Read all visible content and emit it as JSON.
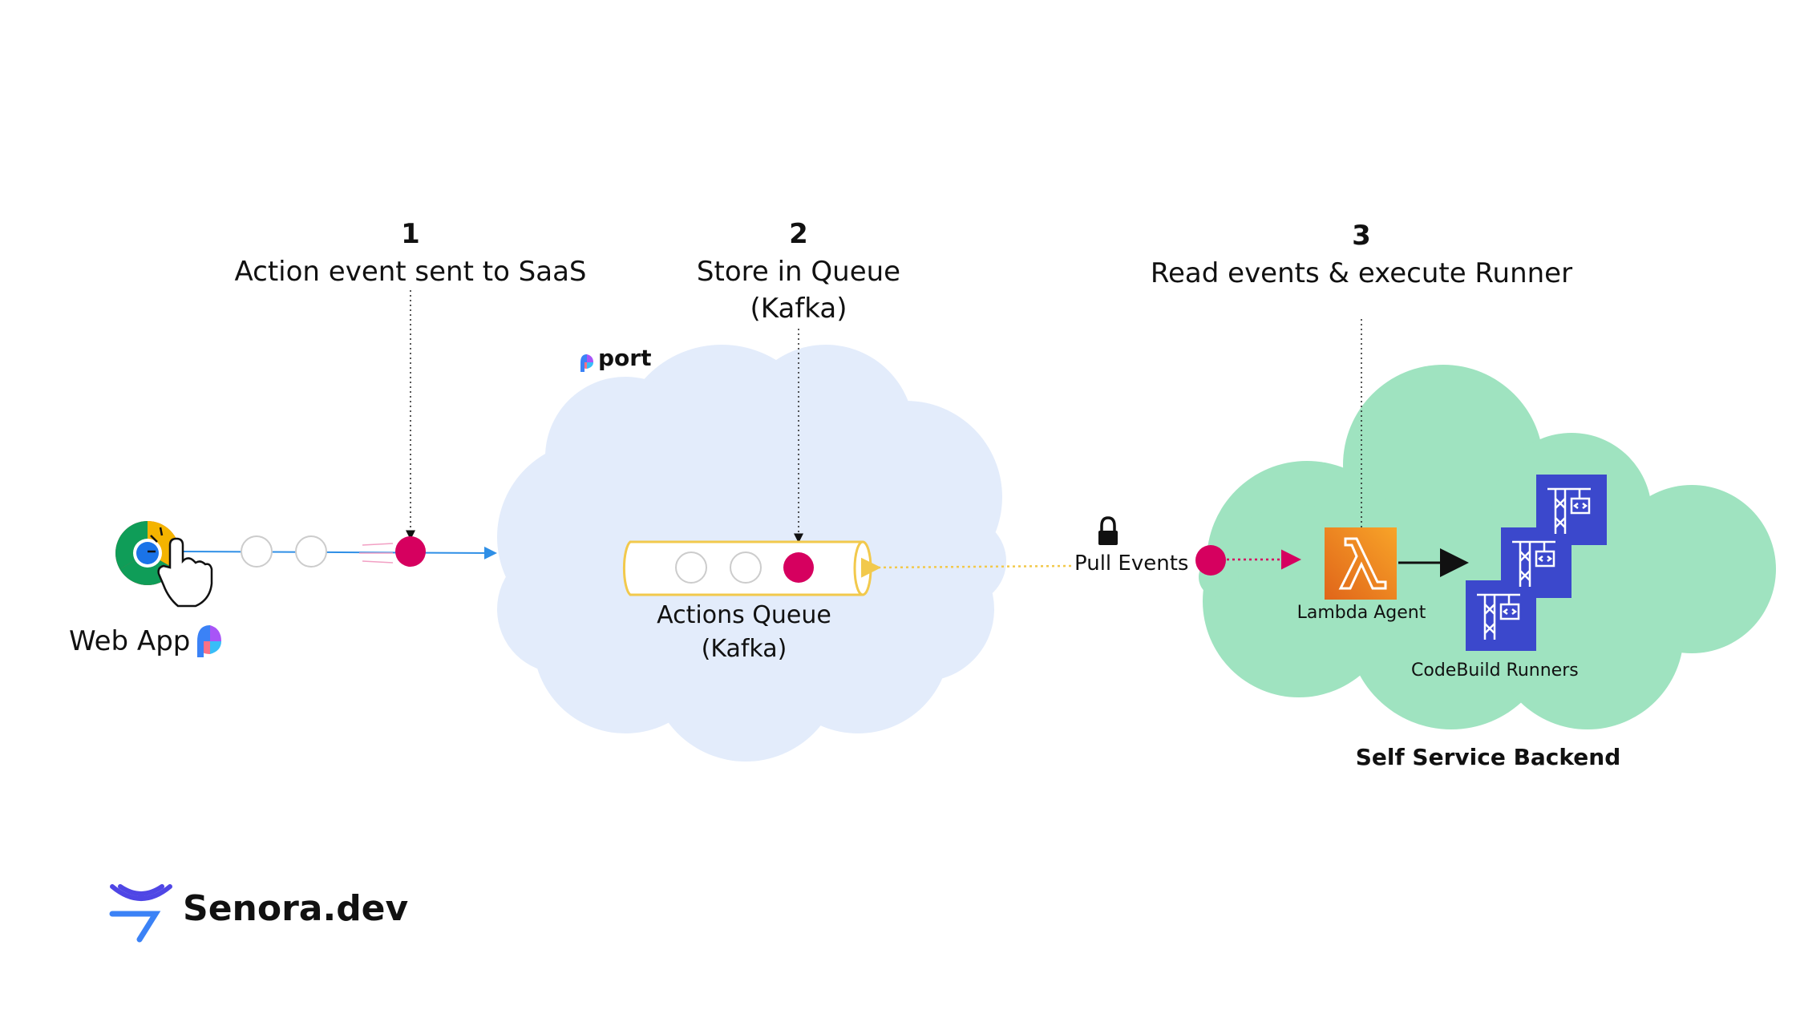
{
  "steps": [
    {
      "number": "1",
      "text": "Action event sent to SaaS"
    },
    {
      "number": "2",
      "text_line1": "Store in Queue",
      "text_line2": "(Kafka)"
    },
    {
      "number": "3",
      "text": "Read events & execute Runner"
    }
  ],
  "port_brand": "port",
  "web_app_label": "Web App",
  "queue": {
    "line1": "Actions Queue",
    "line2": "(Kafka)"
  },
  "pull_events_label": "Pull Events",
  "lambda_label": "Lambda Agent",
  "codebuild_label": "CodeBuild Runners",
  "backend_label": "Self Service Backend",
  "logo_text": "Senora.dev",
  "lambda_glyph": "λ",
  "colors": {
    "event_dot": "#d6005f",
    "port_cloud": "#e3ecfb",
    "backend_cloud": "#9fe3c0",
    "queue_border": "#f2c94c",
    "codebuild": "#3b48cc",
    "lambda": "#f07f1b",
    "arrow_blue": "#2f8fe6",
    "logo": "#3d3dd6"
  },
  "icons": [
    "chrome-icon",
    "hand-cursor-icon",
    "port-logo-icon",
    "lock-icon",
    "lambda-icon",
    "codebuild-icon",
    "senora-logo-icon"
  ]
}
